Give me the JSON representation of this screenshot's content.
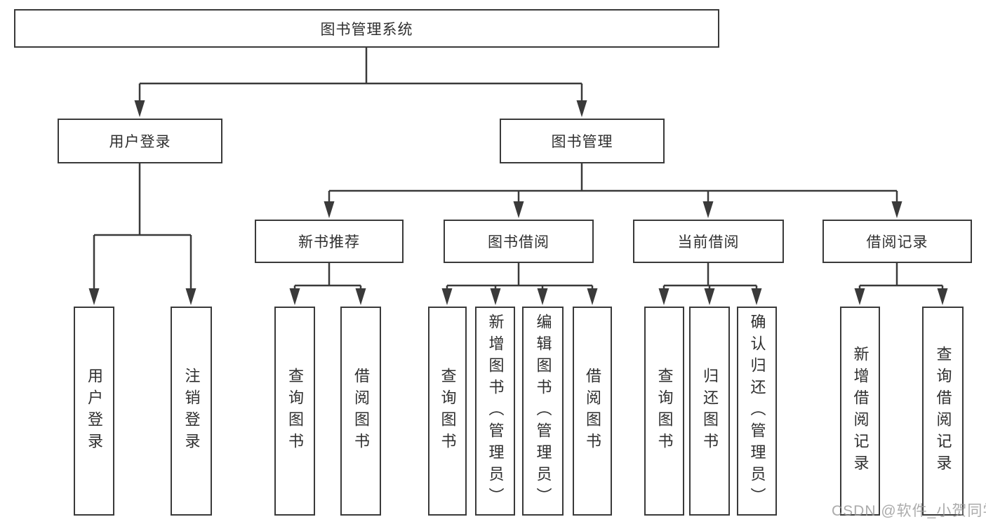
{
  "style": {
    "line_color": "#3a3a3a",
    "text_color": "#2f2f2f",
    "watermark_color": "#969696",
    "background": "#ffffff"
  },
  "watermark": "CSDN @软件_小贺同学",
  "tree": {
    "root": {
      "label": "图书管理系统",
      "children": [
        {
          "label": "用户登录",
          "children": [
            {
              "label": "用户登录"
            },
            {
              "label": "注销登录"
            }
          ]
        },
        {
          "label": "图书管理",
          "children": [
            {
              "label": "新书推荐",
              "children": [
                {
                  "label": "查询图书"
                },
                {
                  "label": "借阅图书"
                }
              ]
            },
            {
              "label": "图书借阅",
              "children": [
                {
                  "label": "查询图书"
                },
                {
                  "label": "新增图书（管理员）"
                },
                {
                  "label": "编辑图书（管理员）"
                },
                {
                  "label": "借阅图书"
                }
              ]
            },
            {
              "label": "当前借阅",
              "children": [
                {
                  "label": "查询图书"
                },
                {
                  "label": "归还图书"
                },
                {
                  "label": "确认归还（管理员）"
                }
              ]
            },
            {
              "label": "借阅记录",
              "children": [
                {
                  "label": "新增借阅记录"
                },
                {
                  "label": "查询借阅记录"
                }
              ]
            }
          ]
        }
      ]
    }
  }
}
